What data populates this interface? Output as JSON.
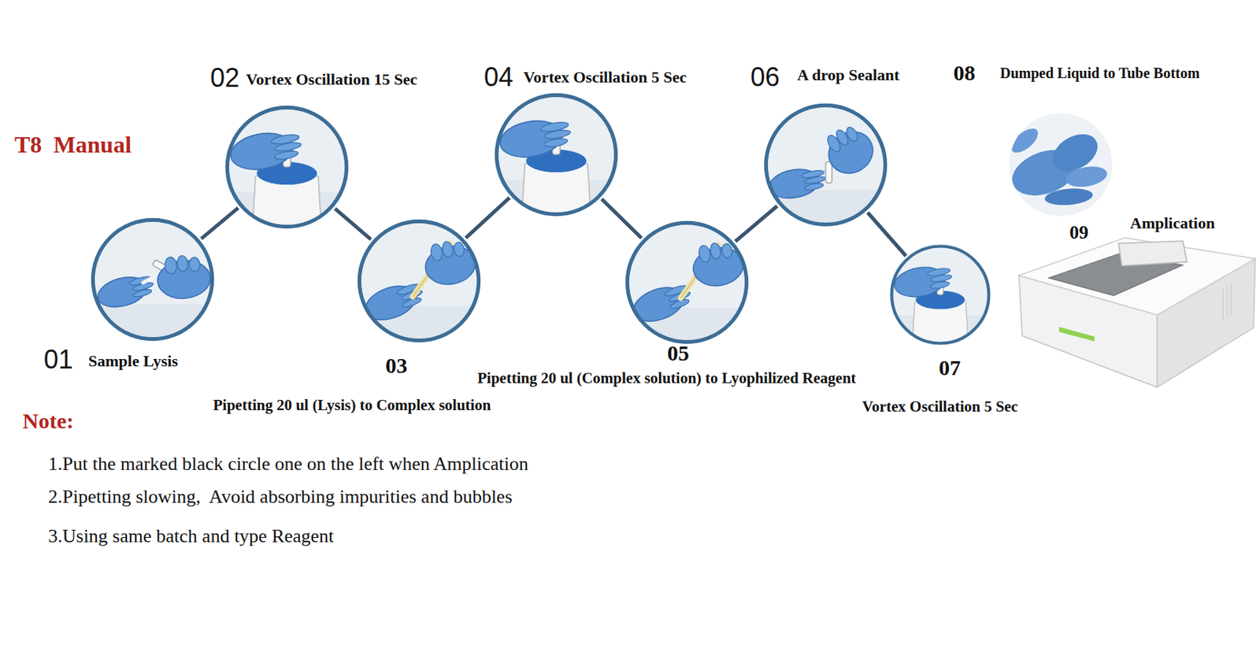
{
  "diagram": {
    "title": "T8  Manual",
    "nodes": [
      {
        "text": [
          "01",
          "Sample Lysis"
        ]
      },
      {
        "text": [
          "02",
          "Vortex Oscillation 15 Sec"
        ]
      },
      {
        "text": [
          "03",
          "Pipetting 20 ul (Lysis) to Complex solution"
        ]
      },
      {
        "text": [
          "04",
          "Vortex Oscillation 5 Sec"
        ]
      },
      {
        "text": [
          "05",
          "Pipetting 20 ul (Complex solution) to Lyophilized Reagent"
        ]
      },
      {
        "text": [
          "06",
          "A drop Sealant"
        ]
      },
      {
        "text": [
          "07",
          "Vortex Oscillation 5 Sec"
        ]
      }
    ],
    "edges": [
      {
        "from": 0,
        "to": 1,
        "arrow": "none"
      },
      {
        "from": 1,
        "to": 2,
        "arrow": "none"
      },
      {
        "from": 2,
        "to": 3,
        "arrow": "none"
      },
      {
        "from": 3,
        "to": 4,
        "arrow": "none"
      },
      {
        "from": 4,
        "to": 5,
        "arrow": "none"
      },
      {
        "from": 5,
        "to": 6,
        "arrow": "none"
      }
    ],
    "labels": [
      "08",
      "Dumped Liquid to Tube Bottom",
      "09",
      "Amplication",
      "Note:",
      "1.Put the marked black circle one on the left when Amplication",
      "2.Pipetting slowing,  Avoid absorbing impurities and bubbles",
      "3.Using same batch and type Reagent"
    ]
  }
}
